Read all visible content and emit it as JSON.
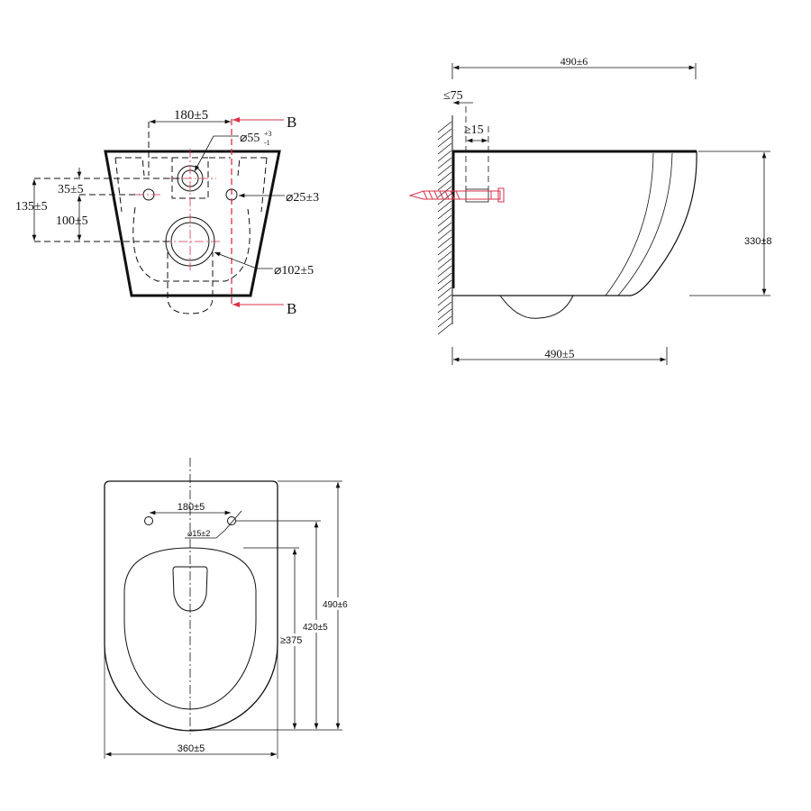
{
  "colors": {
    "line": "#111111",
    "section_line": "#d9304a",
    "bolt": "#d9304a"
  },
  "front_view": {
    "dim_hole_spacing": "180±5",
    "dim_top_hole": "⌀55",
    "dim_top_hole_tol_upper": "+3",
    "dim_top_hole_tol_lower": "-1",
    "dim_bolt_hole": "⌀25±3",
    "dim_outlet": "⌀102±5",
    "dim_35": "35±5",
    "dim_135": "135±5",
    "dim_100": "100±5",
    "section_label_top": "B",
    "section_label_bottom": "B"
  },
  "side_view": {
    "dim_top_length": "490±6",
    "dim_wall_max": "≤75",
    "dim_min_15": "≥15",
    "dim_height": "330±8",
    "dim_bottom_length": "490±5"
  },
  "top_view": {
    "dim_hole_spacing": "180±5",
    "dim_hole_dia": "⌀15±2",
    "dim_total_length": "490±6",
    "dim_hole_to_front": "420±5",
    "dim_seat_min": "≥375",
    "dim_width": "360±5"
  }
}
